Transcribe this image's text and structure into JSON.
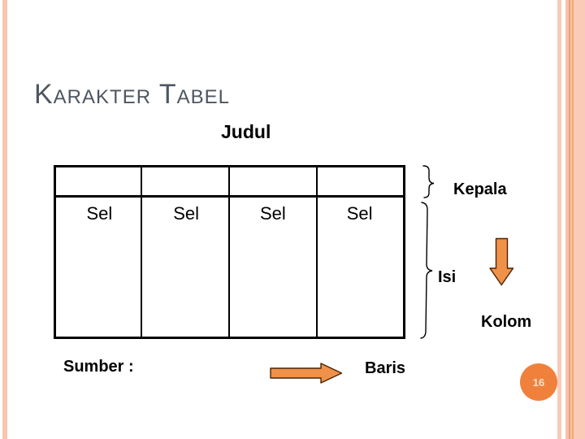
{
  "slide": {
    "title": "Karakter Tabel",
    "page_number": "16"
  },
  "diagram": {
    "judul_label": "Judul",
    "table": {
      "columns": 4,
      "header_row_empty": true,
      "cell_labels": [
        "Sel",
        "Sel",
        "Sel",
        "Sel"
      ]
    },
    "labels": {
      "kepala": "Kepala",
      "isi": "Isi",
      "kolom": "Kolom",
      "baris": "Baris",
      "sumber": "Sumber :"
    },
    "icons": {
      "kepala_brace": "curly-brace-icon",
      "isi_brace": "curly-brace-icon",
      "kolom_pointer": "down-arrow-icon",
      "baris_pointer": "right-arrow-icon"
    },
    "colors": {
      "title_color": "#4F5662",
      "arrow_fill": "#F0914A",
      "arrow_outline": "#4A2405",
      "page_circle_fill": "#F0813C",
      "page_number_color": "#FAE4CC",
      "stripe_light": "#F8CCB7",
      "stripe_accent": "#EFA173",
      "table_border": "#000000"
    }
  }
}
